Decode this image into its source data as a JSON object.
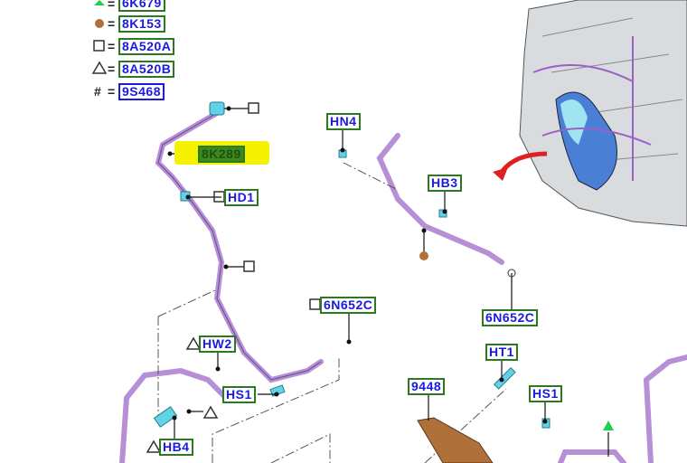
{
  "legend": [
    {
      "symbol": "green-triangle",
      "code": "6K679"
    },
    {
      "symbol": "brown-circle",
      "code": "8K153"
    },
    {
      "symbol": "square",
      "code": "8A520A"
    },
    {
      "symbol": "triangle",
      "code": "8A520B"
    },
    {
      "symbol": "#",
      "code": "9S468"
    }
  ],
  "legend_equals": "=",
  "callouts": {
    "highlighted": "8K289",
    "hd1": "HD1",
    "hn4": "HN4",
    "hb3": "HB3",
    "n6652c_top": "6N652C",
    "n6652c_right": "6N652C",
    "hw2": "HW2",
    "hs1_left": "HS1",
    "hb4": "HB4",
    "ht1": "HT1",
    "p9448": "9448",
    "hs1_right": "HS1"
  },
  "colors": {
    "pipe": "#b68fd6",
    "clip": "#5fd4e6",
    "highlight": "#f5f200",
    "label_border": "#2a7a1f",
    "label_text": "#1a1ae0",
    "arrow": "#e02020",
    "bracket": "#b0703a"
  }
}
